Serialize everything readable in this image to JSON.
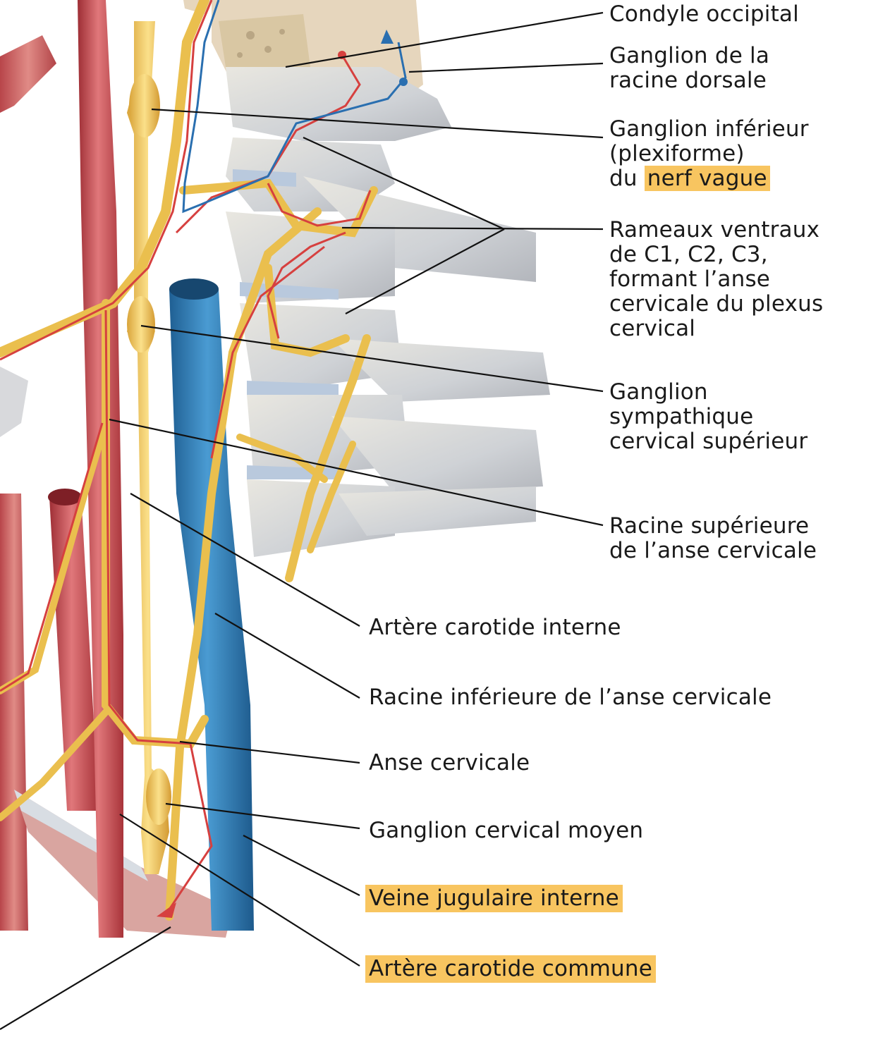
{
  "labels": {
    "condyle": "Condyle occipital",
    "drg": [
      "Ganglion de la",
      "racine dorsale"
    ],
    "inferior_ganglion": [
      "Ganglion inférieur",
      "(plexiforme)",
      "du ",
      "nerf vague"
    ],
    "ventral_rami": [
      "Rameaux ventraux",
      "de C1, C2, C3,",
      "formant l’anse",
      "cervicale du plexus",
      "cervical"
    ],
    "sympathetic_ganglion": [
      "Ganglion",
      "sympathique",
      "cervical supérieur"
    ],
    "superior_root": [
      "Racine supérieure",
      "de l’anse cervicale"
    ],
    "internal_carotid": "Artère carotide interne",
    "inferior_root": "Racine inférieure de l’anse cervicale",
    "ansa": "Anse cervicale",
    "middle_ganglion": "Ganglion cervical moyen",
    "jugular_vein": "Veine jugulaire interne",
    "common_carotid": "Artère carotide commune"
  },
  "colors": {
    "highlight": "#f8c560",
    "artery": "#c9454a",
    "vein": "#2f7fb9",
    "nerve": "#f0c75c",
    "bone": "#d9dadd",
    "leader": "#111111"
  },
  "icons": {
    "pathway_arrow": "blue-arrow-icon",
    "motor_arrow": "red-arrow-icon"
  }
}
